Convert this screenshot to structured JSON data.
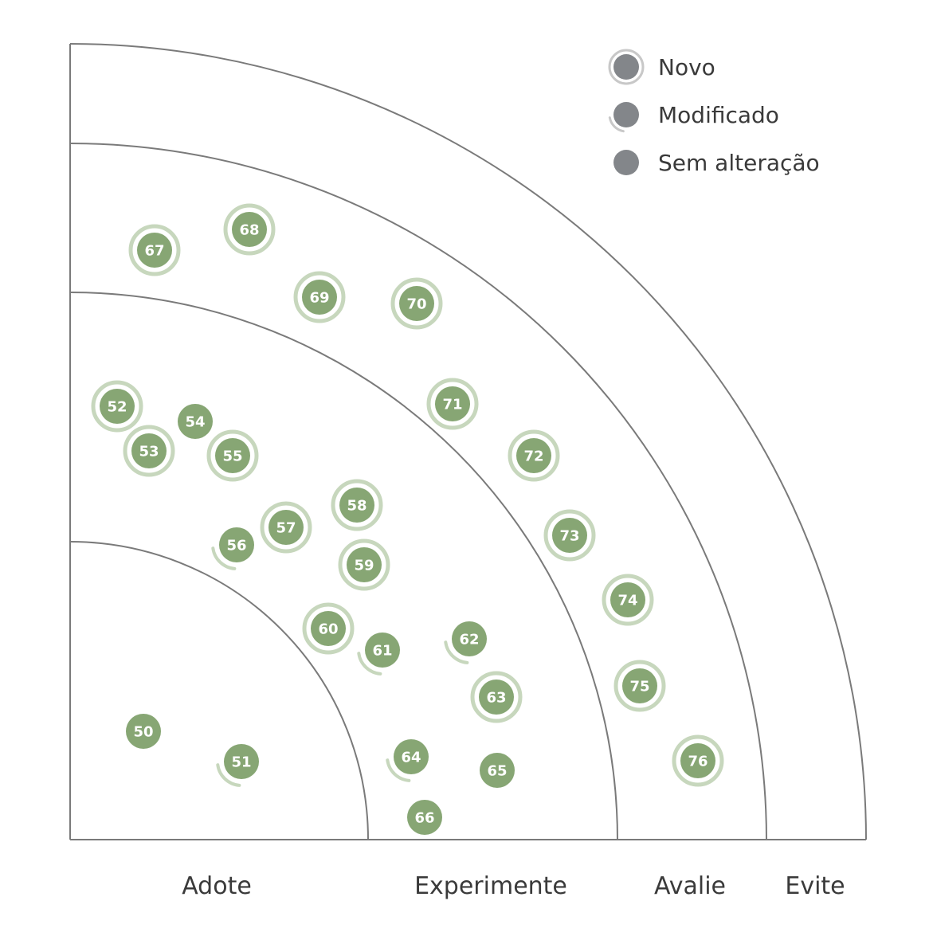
{
  "colors": {
    "blip": "#87a674",
    "blip_ring": "#c7d7bd",
    "legend": "#83868a",
    "legend_ring": "#c8c8c8",
    "rings": "#7a7a7a",
    "text": "#3a3a3a"
  },
  "rings": [
    {
      "label": "Adote"
    },
    {
      "label": "Experimente"
    },
    {
      "label": "Avalie"
    },
    {
      "label": "Evite"
    }
  ],
  "legend": [
    {
      "label": "Novo",
      "kind": "new"
    },
    {
      "label": "Modificado",
      "kind": "moved"
    },
    {
      "label": "Sem alteração",
      "kind": "none"
    }
  ],
  "blips": [
    {
      "num": "50",
      "status": "none"
    },
    {
      "num": "51",
      "status": "moved"
    },
    {
      "num": "52",
      "status": "new"
    },
    {
      "num": "53",
      "status": "new"
    },
    {
      "num": "54",
      "status": "none"
    },
    {
      "num": "55",
      "status": "new"
    },
    {
      "num": "56",
      "status": "moved"
    },
    {
      "num": "57",
      "status": "new"
    },
    {
      "num": "58",
      "status": "new"
    },
    {
      "num": "59",
      "status": "new"
    },
    {
      "num": "60",
      "status": "new"
    },
    {
      "num": "61",
      "status": "moved"
    },
    {
      "num": "62",
      "status": "moved"
    },
    {
      "num": "63",
      "status": "new"
    },
    {
      "num": "64",
      "status": "moved"
    },
    {
      "num": "65",
      "status": "none"
    },
    {
      "num": "66",
      "status": "none"
    },
    {
      "num": "67",
      "status": "new"
    },
    {
      "num": "68",
      "status": "new"
    },
    {
      "num": "69",
      "status": "new"
    },
    {
      "num": "70",
      "status": "new"
    },
    {
      "num": "71",
      "status": "new"
    },
    {
      "num": "72",
      "status": "new"
    },
    {
      "num": "73",
      "status": "new"
    },
    {
      "num": "74",
      "status": "new"
    },
    {
      "num": "75",
      "status": "new"
    },
    {
      "num": "76",
      "status": "new"
    }
  ]
}
